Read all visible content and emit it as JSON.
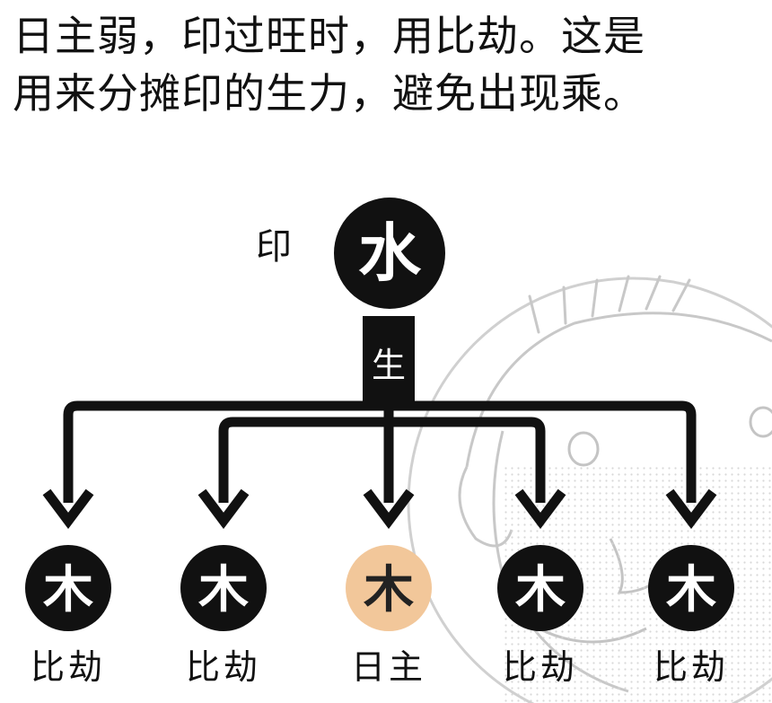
{
  "caption": {
    "line1": "日主弱，印过旺时，用比劫。这是",
    "line2": "用来分摊印的生力，避免出现乘。"
  },
  "top_node": {
    "role_label": "印",
    "element": "水"
  },
  "connector_label": "生",
  "bottom_nodes": [
    {
      "element": "木",
      "label": "比劫",
      "highlight": false
    },
    {
      "element": "木",
      "label": "比劫",
      "highlight": false
    },
    {
      "element": "木",
      "label": "日主",
      "highlight": true
    },
    {
      "element": "木",
      "label": "比劫",
      "highlight": false
    },
    {
      "element": "木",
      "label": "比劫",
      "highlight": false
    }
  ],
  "colors": {
    "node_fill": "#111111",
    "node_text": "#ffffff",
    "highlight_fill": "#f2c79a",
    "highlight_text": "#222222",
    "background_sketch": "#cccccc"
  },
  "background_icon": "cartoon-face-sketch"
}
